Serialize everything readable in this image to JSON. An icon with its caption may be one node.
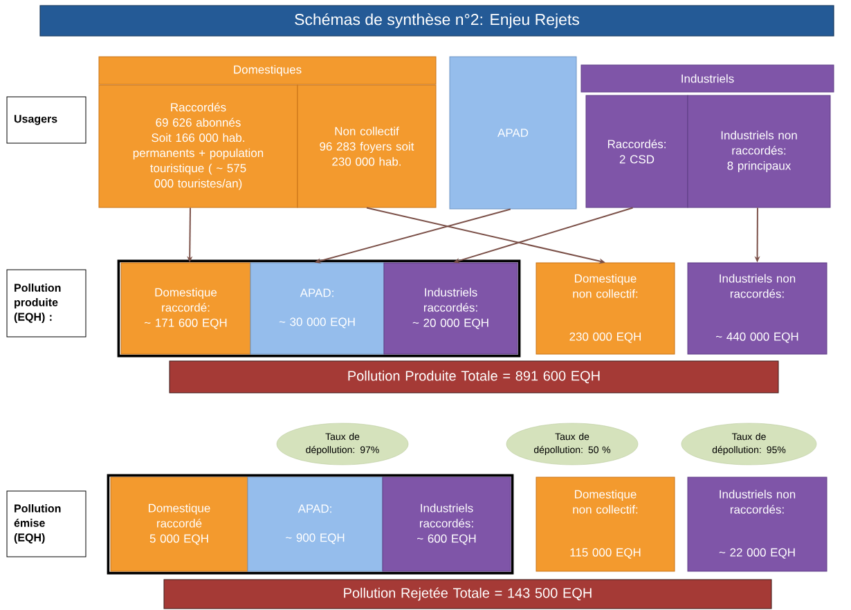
{
  "diagram": {
    "title": "Schémas de synthèse n°2: Enjeu Rejets",
    "nodes": [
      {
        "text": [
          "Usagers"
        ]
      },
      {
        "text": [
          "Domestiques"
        ]
      },
      {
        "text": [
          "Raccordés",
          "69 626 abonnés",
          "Soit 166 000 hab. permanents + population touristique ( ~ 575 000 touristes/an)"
        ]
      },
      {
        "text": [
          "Non collectif",
          "96 283 foyers soit 230 000 hab."
        ]
      },
      {
        "text": [
          "APAD"
        ]
      },
      {
        "text": [
          "Industriels"
        ]
      },
      {
        "text": [
          "Raccordés:",
          "2 CSD"
        ]
      },
      {
        "text": [
          "Industriels non raccordés:",
          "8 principaux"
        ]
      },
      {
        "text": [
          "Pollution produite (EQH) :"
        ]
      },
      {
        "text": [],
        "shape": "box"
      },
      {
        "text": [
          "Domestique raccordé:",
          "~ 171 600 EQH"
        ],
        "in": 9
      },
      {
        "text": [
          "APAD:",
          "~ 30 000 EQH"
        ],
        "in": 9
      },
      {
        "text": [
          "Industriels raccordés:",
          "~ 20 000 EQH"
        ],
        "in": 9
      },
      {
        "text": [
          "Domestique non collectif:",
          "230 000 EQH"
        ]
      },
      {
        "text": [
          "Industriels non raccordés:",
          "~ 440 000 EQH"
        ]
      },
      {
        "text": [
          "Pollution Produite Totale = 891 600 EQH"
        ]
      },
      {
        "text": [
          "Taux de dépollution: 97%"
        ]
      },
      {
        "text": [
          "Taux de dépollution: 50 %"
        ]
      },
      {
        "text": [
          "Taux de dépollution: 95%"
        ]
      },
      {
        "text": [
          "Pollution émise (EQH)"
        ]
      },
      {
        "text": [],
        "shape": "box"
      },
      {
        "text": [
          "Domestique raccordé",
          "5 000 EQH"
        ],
        "in": 20
      },
      {
        "text": [
          "APAD:",
          "~ 900 EQH"
        ],
        "in": 20
      },
      {
        "text": [
          "Industriels raccordés:",
          "~  600 EQH"
        ],
        "in": 20
      },
      {
        "text": [
          "Domestique non collectif:",
          "115 000 EQH"
        ]
      },
      {
        "text": [
          "Industriels non raccordés:",
          "~ 22 000 EQH"
        ]
      },
      {
        "text": [
          "Pollution Rejetée Totale = 143 500 EQH"
        ]
      }
    ],
    "edges": [
      {
        "from": 2,
        "to": 10,
        "arrow": "to"
      },
      {
        "from": 3,
        "to": 13,
        "arrow": "to"
      },
      {
        "from": 4,
        "to": 11,
        "arrow": "to"
      },
      {
        "from": 6,
        "to": 12,
        "arrow": "to"
      },
      {
        "from": 7,
        "to": 14,
        "arrow": "to"
      }
    ]
  }
}
